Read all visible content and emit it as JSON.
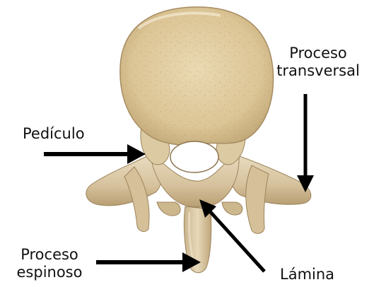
{
  "labels": {
    "proceso_transversal": [
      "Proceso",
      "transversal"
    ],
    "pediculo": "Pedículo",
    "proceso_espinoso": [
      "Proceso",
      "espinoso"
    ],
    "lamina": "Lámina"
  },
  "colors": {
    "bone_light": "#e8d9b5",
    "bone_mid": "#d8c49a",
    "bone_dark": "#a8906a",
    "arrow": "#000000",
    "text": "#111111",
    "background": "#ffffff"
  }
}
